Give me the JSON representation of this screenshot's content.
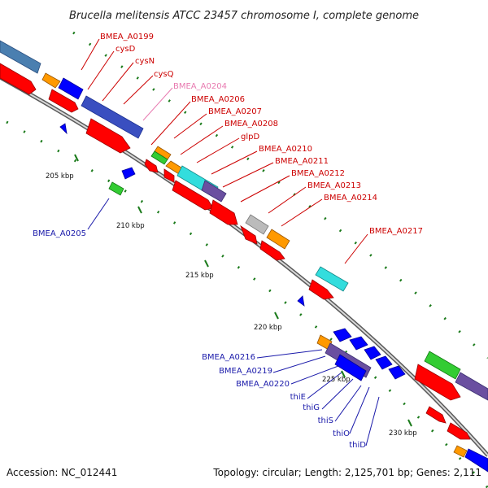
{
  "title": "Brucella melitensis ATCC 23457 chromosome I, complete genome",
  "footer": {
    "accession": "Accession: NC_012441",
    "summary": "Topology: circular; Length: 2,125,701 bp; Genes: 2,111"
  },
  "colors": {
    "backbone": "#8c8c8c",
    "forward_label": "#cc0000",
    "reverse_label": "#1a1aaa",
    "pseudo_label": "#e87ab0",
    "tick": "#1a7a1a",
    "cds": "#ff0000",
    "rna": "#ff9900",
    "trna": "#33cc33",
    "pseudo": "#bbbbbb"
  },
  "ticks": [
    {
      "label": "205 kbp"
    },
    {
      "label": "210 kbp"
    },
    {
      "label": "215 kbp"
    },
    {
      "label": "220 kbp"
    },
    {
      "label": "225 kbp"
    },
    {
      "label": "230 kbp"
    }
  ],
  "forward_labels": [
    {
      "text": "BMEA_A0199"
    },
    {
      "text": "cysD"
    },
    {
      "text": "cysN"
    },
    {
      "text": "cysQ"
    },
    {
      "text": "BMEA_A0204",
      "pseudo": true
    },
    {
      "text": "BMEA_A0206"
    },
    {
      "text": "BMEA_A0207"
    },
    {
      "text": "BMEA_A0208"
    },
    {
      "text": "glpD"
    },
    {
      "text": "BMEA_A0210"
    },
    {
      "text": "BMEA_A0211"
    },
    {
      "text": "BMEA_A0212"
    },
    {
      "text": "BMEA_A0213"
    },
    {
      "text": "BMEA_A0214"
    },
    {
      "text": "BMEA_A0217"
    }
  ],
  "reverse_labels": [
    {
      "text": "BMEA_A0205"
    },
    {
      "text": "BMEA_A0216"
    },
    {
      "text": "BMEA_A0219"
    },
    {
      "text": "BMEA_A0220"
    },
    {
      "text": "thiE"
    },
    {
      "text": "thiG"
    },
    {
      "text": "thiS"
    },
    {
      "text": "thiO"
    },
    {
      "text": "thiD"
    }
  ]
}
